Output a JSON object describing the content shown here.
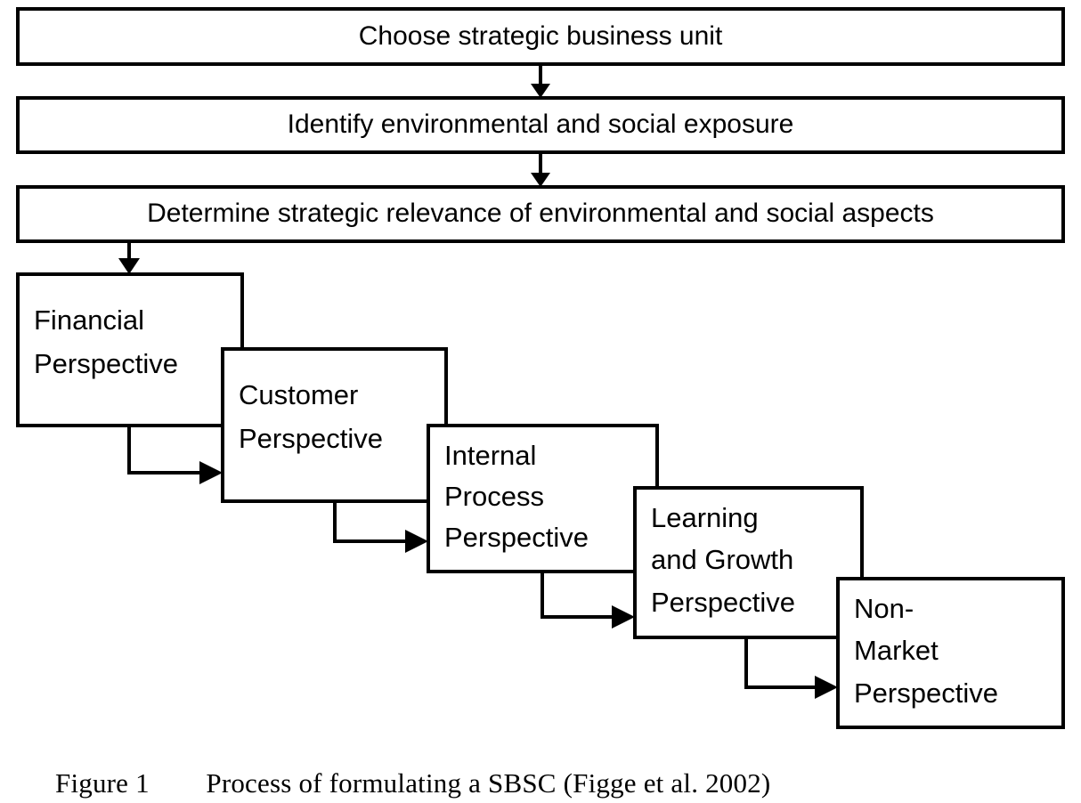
{
  "figure": {
    "caption_label": "Figure 1",
    "caption_gap": "     ",
    "caption_text": "Process of formulating a SBSC (Figge et al. 2002)",
    "caption_full": "Figure 1        Process of formulating a SBSC (Figge et al. 2002)"
  },
  "colors": {
    "stroke": "#000000",
    "fill": "#ffffff",
    "text": "#000000"
  },
  "process_steps": [
    {
      "id": "choose-sbu",
      "label": "Choose strategic business unit"
    },
    {
      "id": "identify-exposure",
      "label": "Identify environmental and social exposure"
    },
    {
      "id": "determine-relevance",
      "label": "Determine strategic relevance of environmental and social aspects"
    }
  ],
  "perspectives": [
    {
      "id": "financial",
      "lines": [
        "Financial",
        "Perspective"
      ]
    },
    {
      "id": "customer",
      "lines": [
        "Customer",
        "Perspective"
      ]
    },
    {
      "id": "internal-process",
      "lines": [
        "Internal",
        "Process",
        "Perspective"
      ]
    },
    {
      "id": "learning-growth",
      "lines": [
        "Learning",
        "and Growth",
        "Perspective"
      ]
    },
    {
      "id": "non-market",
      "lines": [
        "Non-",
        "Market",
        "Perspective"
      ]
    }
  ],
  "connectors": [
    {
      "id": "step1-to-step2",
      "kind": "vertical-arrow"
    },
    {
      "id": "step2-to-step3",
      "kind": "vertical-arrow"
    },
    {
      "id": "step3-to-financial",
      "kind": "vertical-arrow"
    },
    {
      "id": "financial-to-customer",
      "kind": "elbow-arrow"
    },
    {
      "id": "customer-to-internal-process",
      "kind": "elbow-arrow"
    },
    {
      "id": "internal-process-to-learning-growth",
      "kind": "elbow-arrow"
    },
    {
      "id": "learning-growth-to-non-market",
      "kind": "elbow-arrow"
    }
  ]
}
